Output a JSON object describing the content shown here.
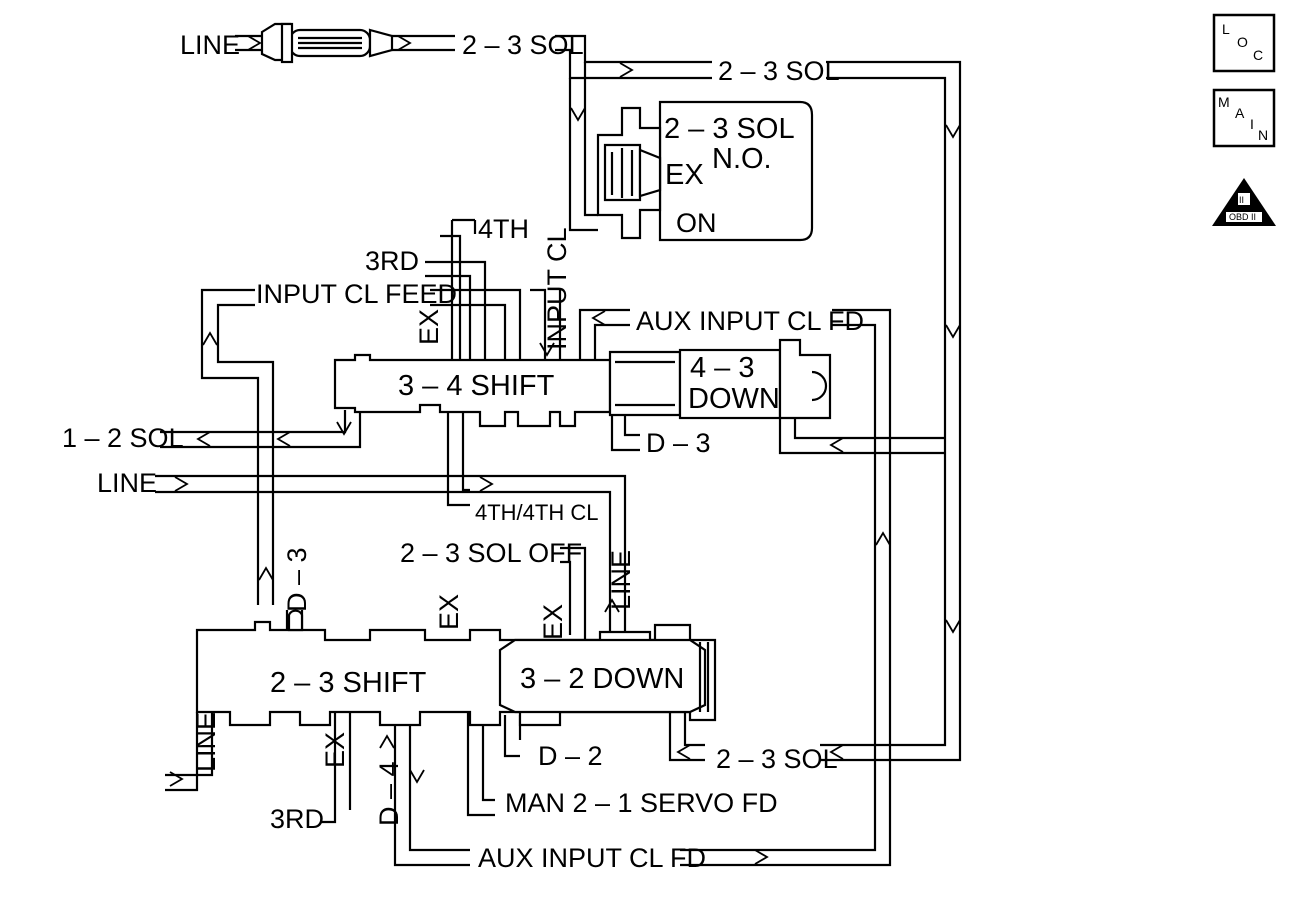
{
  "labels": {
    "line_top": "LINE",
    "sol23_top_a": "2 – 3 SOL",
    "sol23_top_b": "2 – 3 SOL",
    "sol23_box_title": "2 – 3 SOL",
    "sol23_no": "N.O.",
    "sol23_ex": "EX",
    "sol23_on": "ON",
    "third_top": "3RD",
    "fourth_top": "4TH",
    "input_cl_feed": "INPUT CL FEED",
    "input_cl": "INPUT CL",
    "ex_34": "EX",
    "aux_input_cl_fd_top": "AUX INPUT CL FD",
    "shift_34": "3 – 4 SHIFT",
    "down_43_a": "4 – 3",
    "down_43_b": "DOWN",
    "d3_top": "D – 3",
    "sol12": "1 – 2 SOL",
    "line_mid": "LINE",
    "fourth_cl": "4TH/4TH CL",
    "sol23_off": "2 – 3 SOL OFF",
    "line_vert": "LINE",
    "d3_vert": "D – 3",
    "ex_23_a": "EX",
    "ex_23_b": "EX",
    "shift_23": "2 – 3 SHIFT",
    "down_32": "3 – 2 DOWN",
    "line_bottom": "LINE",
    "ex_23_bottom": "EX",
    "d4": "D – 4",
    "d2": "D – 2",
    "sol23_bottom": "2 – 3 SOL",
    "man21": "MAN 2 – 1 SERVO FD",
    "third_bottom": "3RD",
    "aux_input_cl_fd_bottom": "AUX INPUT CL FD"
  },
  "legend": {
    "loc_l": "L",
    "loc_o": "O",
    "loc_c": "C",
    "main_m": "M",
    "main_a": "A",
    "main_i": "I",
    "main_n": "N",
    "obd_roman": "II",
    "obd_text": "OBD II"
  },
  "icons": {
    "filter": "filter-icon",
    "flow_arrow": "flow-arrow-icon",
    "obd": "obd-ii-triangle-icon"
  }
}
